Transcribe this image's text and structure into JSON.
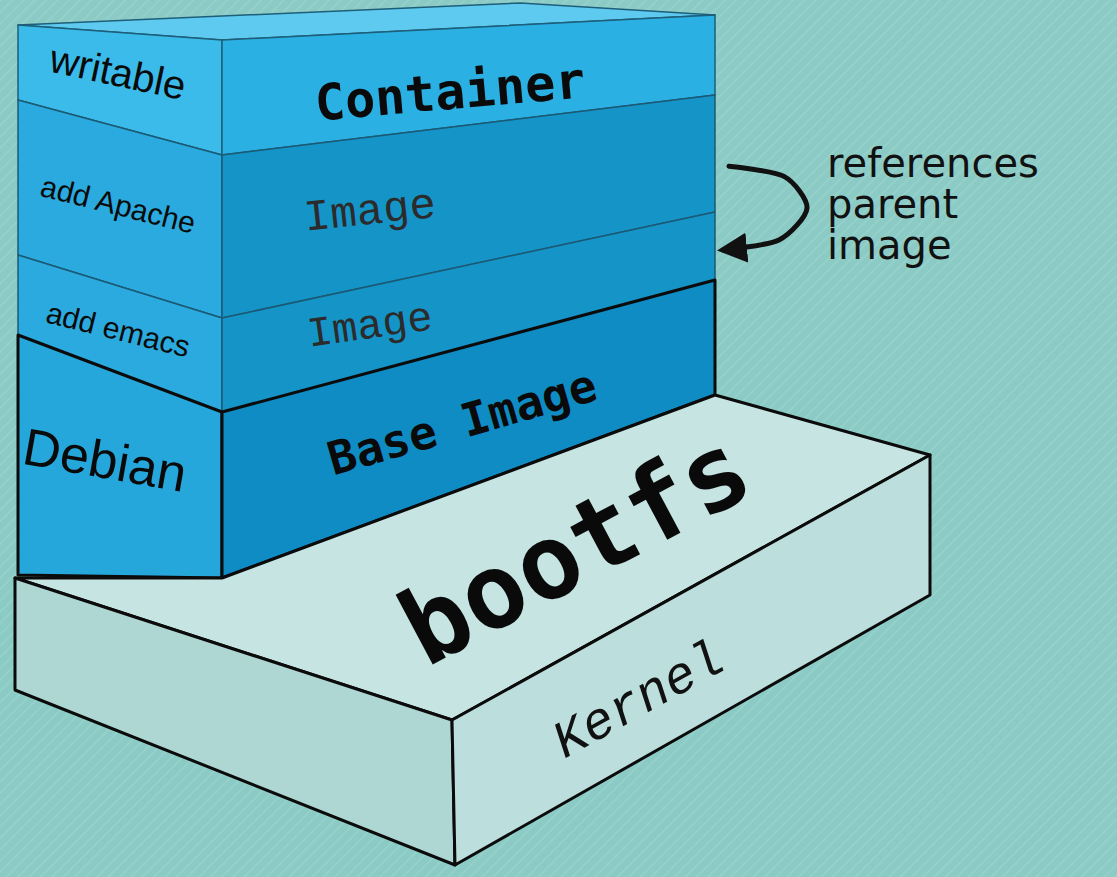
{
  "diagram": {
    "nodes": [
      {
        "text": [
          "writable",
          "Container"
        ]
      },
      {
        "text": [
          "add Apache",
          "Image"
        ]
      },
      {
        "text": [
          "add emacs",
          "Image"
        ]
      },
      {
        "text": [
          "Debian",
          "Base Image"
        ]
      },
      {
        "text": [
          "bootfs",
          "Kernel"
        ]
      }
    ],
    "edges": [
      {
        "from": 1,
        "to": 2,
        "arrow": "to",
        "label": "references parent image"
      }
    ]
  }
}
